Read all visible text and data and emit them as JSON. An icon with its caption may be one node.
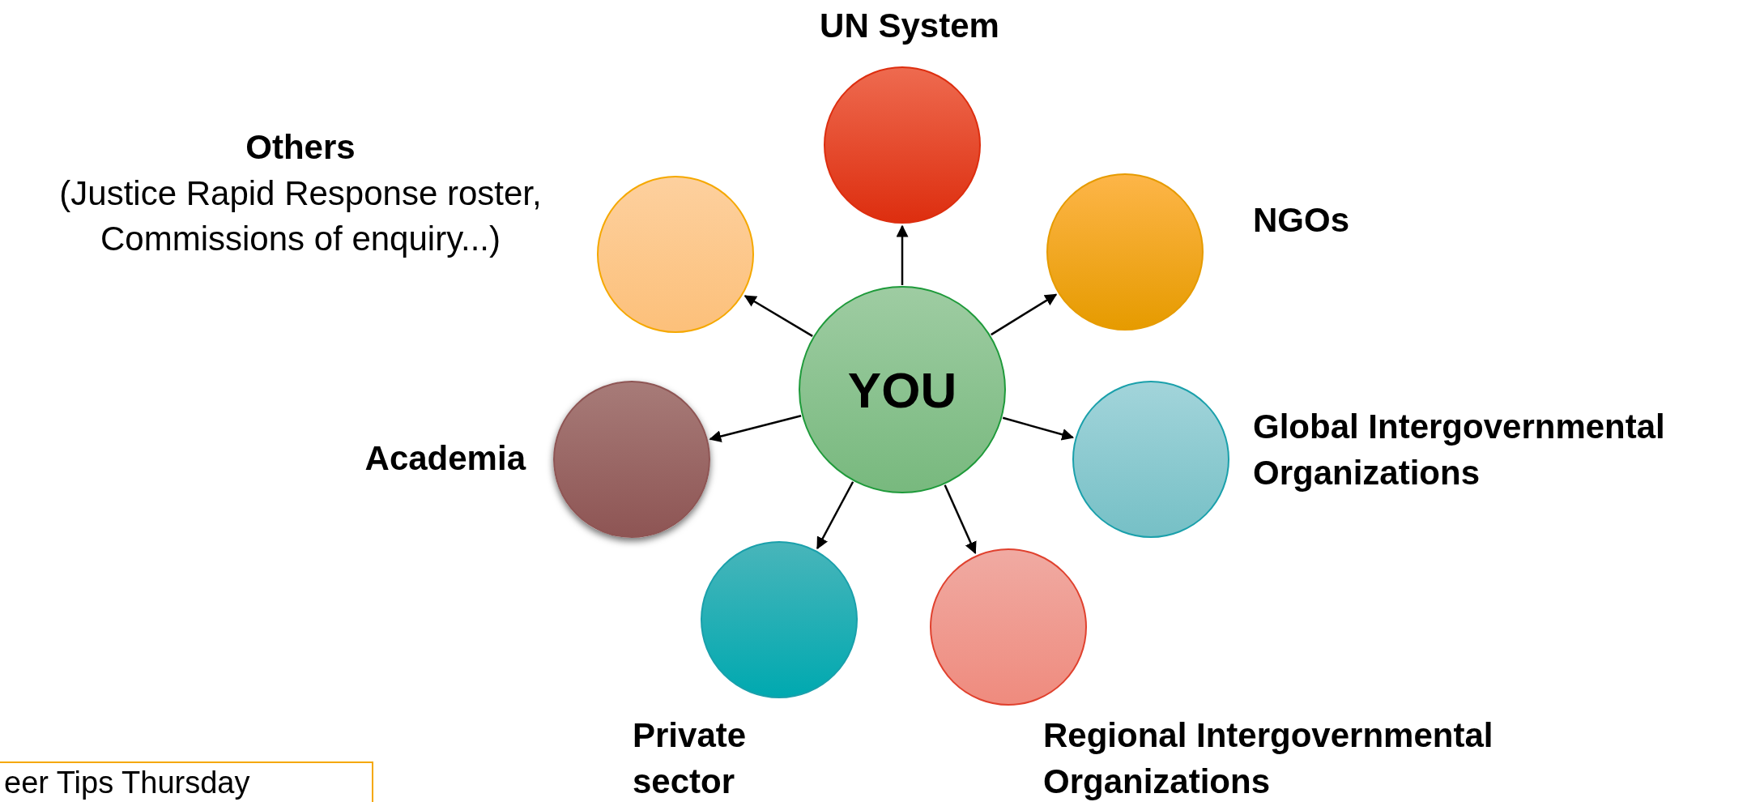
{
  "diagram": {
    "nodes": [
      {
        "text": [
          "YOU"
        ]
      },
      {
        "text": [
          "UN System"
        ]
      },
      {
        "text": [
          "NGOs"
        ]
      },
      {
        "text": [
          "Global Intergovernmental Organizations"
        ]
      },
      {
        "text": [
          "Regional Intergovernmental Organizations"
        ]
      },
      {
        "text": [
          "Private sector"
        ]
      },
      {
        "text": [
          "Academia"
        ]
      },
      {
        "text": [
          "Others",
          "(Justice Rapid Response roster, Commissions of enquiry...)"
        ]
      },
      {
        "text": [
          "eer Tips Thursday"
        ]
      }
    ],
    "edges": [
      {
        "from": 0,
        "to": 1,
        "arrow": "to"
      },
      {
        "from": 0,
        "to": 2,
        "arrow": "to"
      },
      {
        "from": 0,
        "to": 3,
        "arrow": "to"
      },
      {
        "from": 0,
        "to": 4,
        "arrow": "to"
      },
      {
        "from": 0,
        "to": 5,
        "arrow": "to"
      },
      {
        "from": 0,
        "to": 6,
        "arrow": "to"
      },
      {
        "from": 0,
        "to": 7,
        "arrow": "to"
      }
    ]
  }
}
